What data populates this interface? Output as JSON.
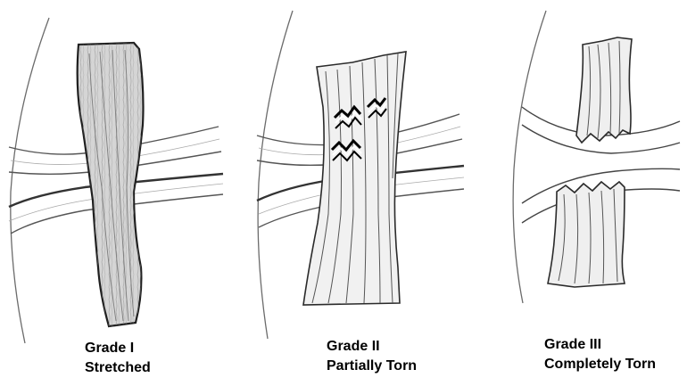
{
  "panels": [
    {
      "grade": "Grade I",
      "description": "Stretched"
    },
    {
      "grade": "Grade II",
      "description": "Partially Torn"
    },
    {
      "grade": "Grade III",
      "description": "Completely Torn"
    }
  ],
  "colors": {
    "ink": "#1a1a1a",
    "pencil": "#7a7a7a",
    "ligament_fill": "#d8d8d8",
    "background": "#ffffff"
  }
}
